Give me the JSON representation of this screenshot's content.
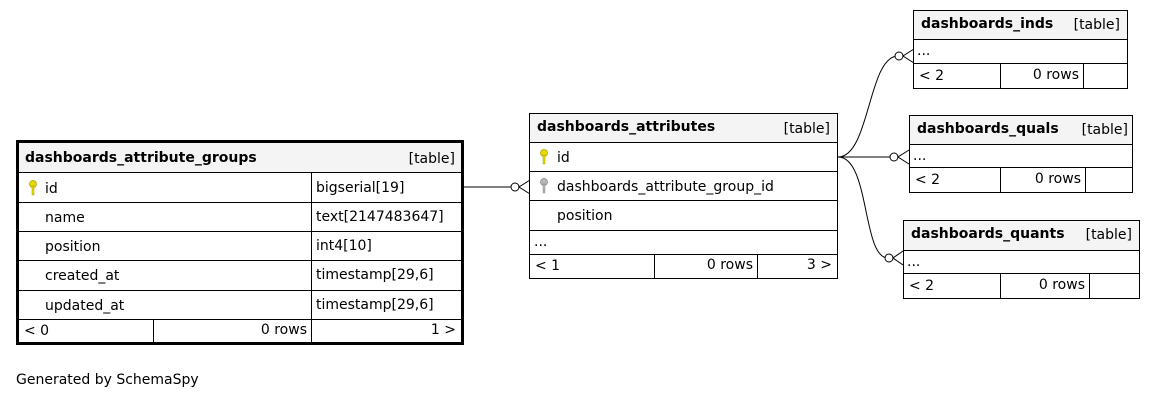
{
  "tables": {
    "groups": {
      "name": "dashboards_attribute_groups",
      "type_label": "[table]",
      "columns": [
        {
          "name": "id",
          "type": "bigserial[19]",
          "key": "primary"
        },
        {
          "name": "name",
          "type": "text[2147483647]"
        },
        {
          "name": "position",
          "type": "int4[10]"
        },
        {
          "name": "created_at",
          "type": "timestamp[29,6]"
        },
        {
          "name": "updated_at",
          "type": "timestamp[29,6]"
        }
      ],
      "footer": {
        "parents": "< 0",
        "rows": "0 rows",
        "children": "1 >"
      }
    },
    "attributes": {
      "name": "dashboards_attributes",
      "type_label": "[table]",
      "columns": [
        {
          "name": "id",
          "key": "primary"
        },
        {
          "name": "dashboards_attribute_group_id",
          "key": "foreign"
        },
        {
          "name": "position"
        }
      ],
      "more": "...",
      "footer": {
        "parents": "< 1",
        "rows": "0 rows",
        "children": "3 >"
      }
    },
    "inds": {
      "name": "dashboards_inds",
      "type_label": "[table]",
      "more": "...",
      "footer": {
        "parents": "< 2",
        "rows": "0 rows"
      }
    },
    "quals": {
      "name": "dashboards_quals",
      "type_label": "[table]",
      "more": "...",
      "footer": {
        "parents": "< 2",
        "rows": "0 rows"
      }
    },
    "quants": {
      "name": "dashboards_quants",
      "type_label": "[table]",
      "more": "...",
      "footer": {
        "parents": "< 2",
        "rows": "0 rows"
      }
    }
  },
  "footer_text": "Generated by SchemaSpy",
  "colors": {
    "primary_key": "#e6d800",
    "foreign_key": "#b4b4b4",
    "header_bg": "#f4f4f4"
  }
}
